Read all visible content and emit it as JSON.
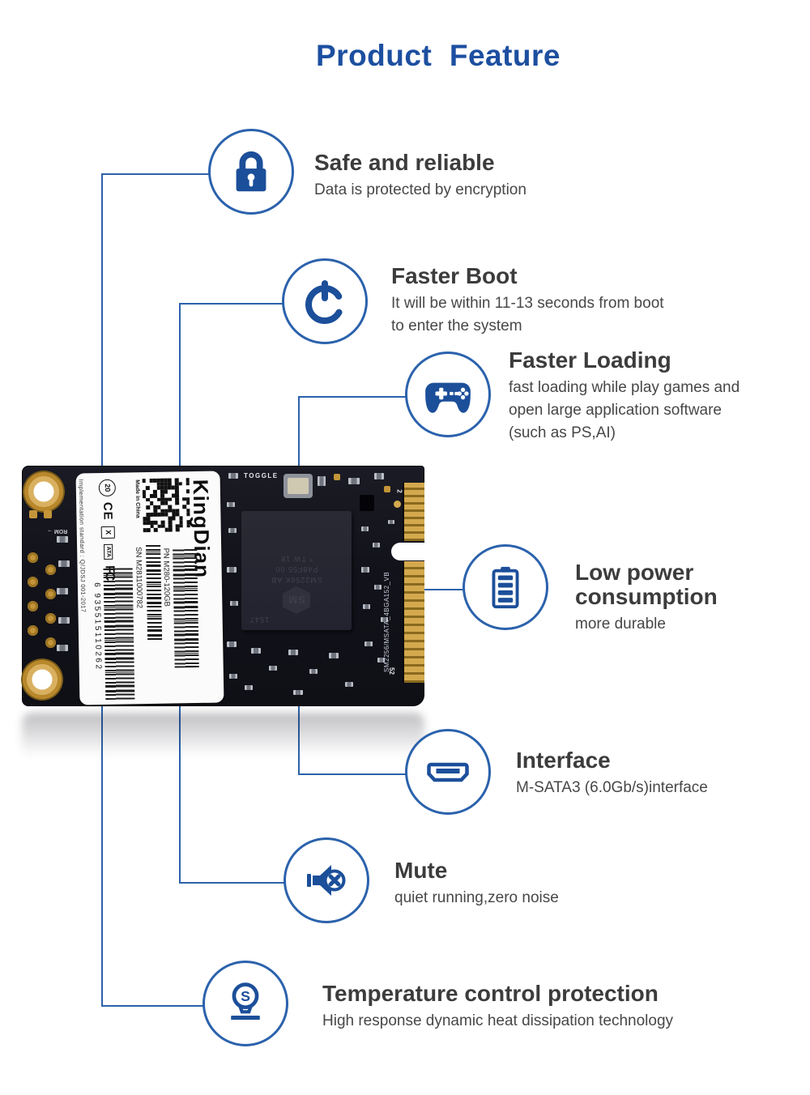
{
  "page": {
    "title": "Product  Feature"
  },
  "features": [
    {
      "id": "safe",
      "icon": "lock-icon",
      "title": "Safe and reliable",
      "description": "Data is protected by encryption"
    },
    {
      "id": "boot",
      "icon": "power-icon",
      "title": "Faster Boot",
      "description": "It will be within 11-13 seconds from boot\nto enter the system"
    },
    {
      "id": "loading",
      "icon": "gamepad-icon",
      "title": "Faster Loading",
      "description": "fast loading while play games and\nopen large application software\n(such as PS,AI)"
    },
    {
      "id": "power",
      "icon": "battery-icon",
      "title": "Low power\nconsumption",
      "description": "more durable"
    },
    {
      "id": "interface",
      "icon": "connector-icon",
      "title": "Interface",
      "description": "M-SATA3  (6.0Gb/s)interface"
    },
    {
      "id": "mute",
      "icon": "speaker-mute-icon",
      "title": "Mute",
      "description": "quiet running,zero noise"
    },
    {
      "id": "temperature",
      "icon": "thermal-icon",
      "title": "Temperature control protection",
      "description": "High response dynamic heat dissipation technology"
    }
  ],
  "ssd": {
    "label": {
      "brand": "KingDian",
      "made_in": "Made in China",
      "pn": "PN M280-120GB",
      "sn": "SN M2811000782",
      "barcode_number": "6 935515110262",
      "standard": "Implementation standard : Q/JDSJ 001-2017",
      "certs": {
        "c20": "20",
        "ce": "CE",
        "ata": "ATA",
        "fc": "FC",
        "weee": "X"
      }
    },
    "silkscreen": {
      "toggle": "TOGGLE",
      "rom": "ROM →",
      "pin2": "2",
      "pin52": "52",
      "edge_label": "SM2256/MSATA_4BGA152_VB"
    },
    "chip": {
      "line_date": "1547",
      "logo": "SM",
      "line_model": "SM2256K AB",
      "line_lot": "P48F55 00",
      "line_origin": "* TW   18"
    }
  },
  "colors": {
    "ring_blue": "#2b62ac",
    "icon_blue": "#1c4f9a",
    "title_blue": "#1d4fa0",
    "heading_gray": "#3c3c3c",
    "body_gray": "#474747",
    "gold": "#c49538",
    "pcb_black": "#12121a"
  }
}
